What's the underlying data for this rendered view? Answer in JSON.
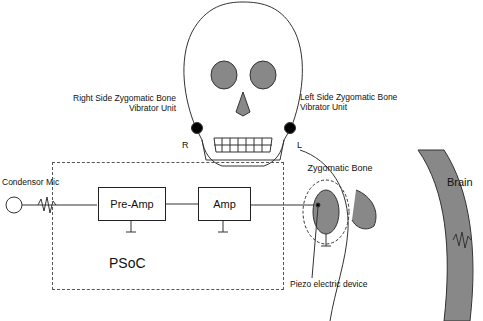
{
  "diagram": {
    "nodes": [
      {
        "text": [
          "PSoC"
        ]
      },
      {
        "text": [
          "Pre-Amp"
        ],
        "in": 0
      },
      {
        "text": [
          "Amp"
        ],
        "in": 0
      }
    ],
    "edges": [
      {
        "from": 1,
        "to": 2,
        "arrow": "none"
      }
    ],
    "labels": [
      "Right Side Zygomatic Bone Vibrator Unit",
      "R",
      "L",
      "Left Side Zygomatic Bone Vibrator Unit",
      "Condensor Mic",
      "Zygomatic Bone",
      "Brain",
      "Piezo electric device"
    ]
  }
}
